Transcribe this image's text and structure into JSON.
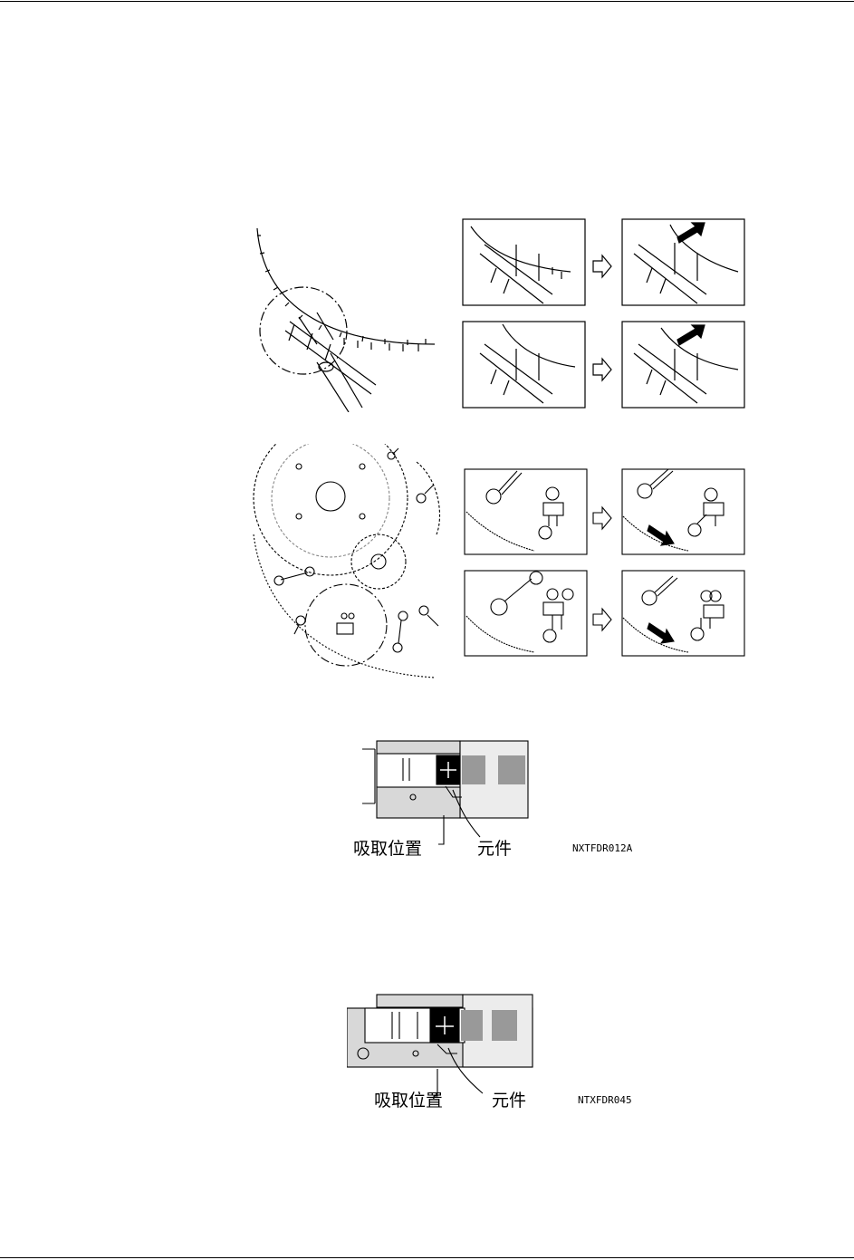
{
  "figures": {
    "top_section_1": {
      "pickup_label": "吸取位置",
      "component_label": "元件",
      "figure_code": "NXTFDR012A"
    },
    "top_section_2": {
      "pickup_label": "吸取位置",
      "component_label": "元件",
      "figure_code": "NTXFDR045"
    }
  }
}
